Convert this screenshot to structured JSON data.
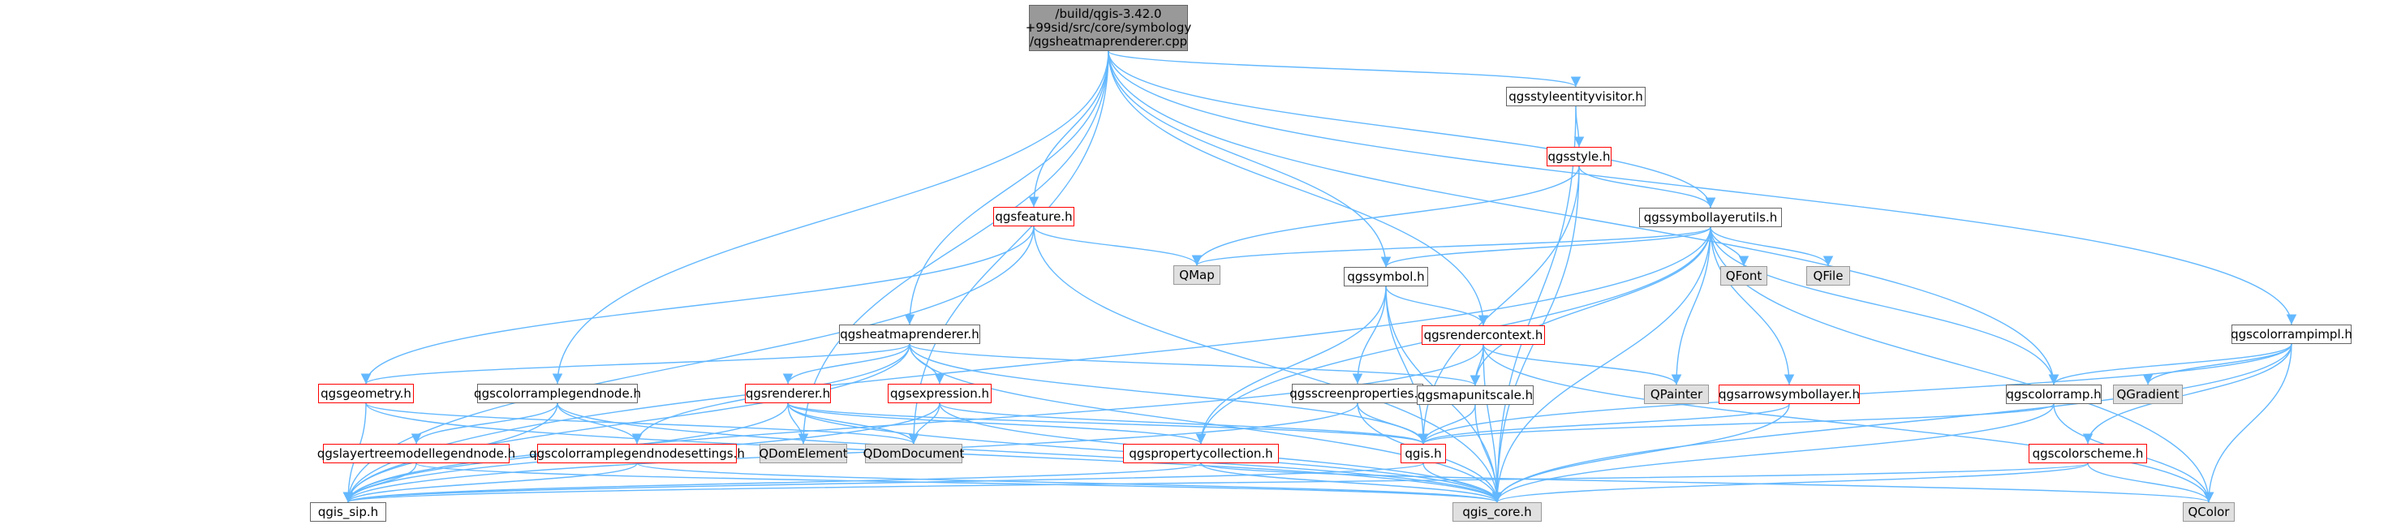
{
  "colors": {
    "edge": "#63b8ff",
    "red_border": "#ff0000",
    "root_fill": "#999999",
    "external_fill": "#e0e0e0"
  },
  "nodes": [
    {
      "id": "root",
      "label": "/build/qgis-3.42.0\n+99sid/src/core/symbology\n/qgsheatmaprenderer.cpp",
      "style": "root"
    },
    {
      "id": "styleentityvisitor",
      "label": "qgsstyleentityvisitor.h",
      "style": "normal"
    },
    {
      "id": "style",
      "label": "qgsstyle.h",
      "style": "red"
    },
    {
      "id": "feature",
      "label": "qgsfeature.h",
      "style": "red"
    },
    {
      "id": "symbollayerutils",
      "label": "qgssymbollayerutils.h",
      "style": "normal"
    },
    {
      "id": "qmap",
      "label": "QMap",
      "style": "gray"
    },
    {
      "id": "symbol",
      "label": "qgssymbol.h",
      "style": "normal"
    },
    {
      "id": "qfont",
      "label": "QFont",
      "style": "gray"
    },
    {
      "id": "qfile",
      "label": "QFile",
      "style": "gray"
    },
    {
      "id": "heatmaprenderer",
      "label": "qgsheatmaprenderer.h",
      "style": "normal"
    },
    {
      "id": "rendercontext",
      "label": "qgsrendercontext.h",
      "style": "red"
    },
    {
      "id": "colorrampimpl",
      "label": "qgscolorrampimpl.h",
      "style": "normal"
    },
    {
      "id": "geometry",
      "label": "qgsgeometry.h",
      "style": "red"
    },
    {
      "id": "colorramplegendnode",
      "label": "qgscolorramplegendnode.h",
      "style": "normal"
    },
    {
      "id": "renderer",
      "label": "qgsrenderer.h",
      "style": "red"
    },
    {
      "id": "expression",
      "label": "qgsexpression.h",
      "style": "red"
    },
    {
      "id": "screenproperties",
      "label": "qgsscreenproperties.h",
      "style": "normal"
    },
    {
      "id": "mapunitscale",
      "label": "qgsmapunitscale.h",
      "style": "normal"
    },
    {
      "id": "qpainter",
      "label": "QPainter",
      "style": "gray"
    },
    {
      "id": "arrowsymbollayer",
      "label": "qgsarrowsymbollayer.h",
      "style": "red"
    },
    {
      "id": "colorramp",
      "label": "qgscolorramp.h",
      "style": "normal"
    },
    {
      "id": "qgradient",
      "label": "QGradient",
      "style": "gray"
    },
    {
      "id": "layertreemodellegendnode",
      "label": "qgslayertreemodellegendnode.h",
      "style": "red"
    },
    {
      "id": "qdomelement",
      "label": "QDomElement",
      "style": "gray"
    },
    {
      "id": "qdomdocument",
      "label": "QDomDocument",
      "style": "gray"
    },
    {
      "id": "colorramplegendnodesettings",
      "label": "qgscolorramplegendnodesettings.h",
      "style": "red"
    },
    {
      "id": "propertycollection",
      "label": "qgspropertycollection.h",
      "style": "red"
    },
    {
      "id": "qgis",
      "label": "qgis.h",
      "style": "red"
    },
    {
      "id": "colorscheme",
      "label": "qgscolorscheme.h",
      "style": "red"
    },
    {
      "id": "qgis_sip",
      "label": "qgis_sip.h",
      "style": "normal"
    },
    {
      "id": "qgis_core",
      "label": "qgis_core.h",
      "style": "gray"
    },
    {
      "id": "qcolor",
      "label": "QColor",
      "style": "gray"
    }
  ],
  "edges": [
    [
      "root",
      "styleentityvisitor"
    ],
    [
      "root",
      "symbollayerutils"
    ],
    [
      "root",
      "colorrampimpl"
    ],
    [
      "root",
      "colorramp"
    ],
    [
      "root",
      "feature"
    ],
    [
      "root",
      "heatmaprenderer"
    ],
    [
      "root",
      "symbol"
    ],
    [
      "root",
      "rendercontext"
    ],
    [
      "root",
      "colorramplegendnode"
    ],
    [
      "root",
      "qdomdocument"
    ],
    [
      "root",
      "qdomelement"
    ],
    [
      "styleentityvisitor",
      "style"
    ],
    [
      "styleentityvisitor",
      "qgis_core"
    ],
    [
      "style",
      "symbollayerutils"
    ],
    [
      "style",
      "qmap"
    ],
    [
      "style",
      "qgis"
    ],
    [
      "style",
      "qgis_core"
    ],
    [
      "feature",
      "qmap"
    ],
    [
      "feature",
      "geometry"
    ],
    [
      "feature",
      "qgis_sip"
    ],
    [
      "feature",
      "qgis_core"
    ],
    [
      "symbollayerutils",
      "qmap"
    ],
    [
      "symbollayerutils",
      "symbol"
    ],
    [
      "symbollayerutils",
      "qfont"
    ],
    [
      "symbollayerutils",
      "qfile"
    ],
    [
      "symbollayerutils",
      "qpainter"
    ],
    [
      "symbollayerutils",
      "arrowsymbollayer"
    ],
    [
      "symbollayerutils",
      "colorramp"
    ],
    [
      "symbollayerutils",
      "qcolor"
    ],
    [
      "symbollayerutils",
      "qgis_core"
    ],
    [
      "symbollayerutils",
      "mapunitscale"
    ],
    [
      "symbollayerutils",
      "propertycollection"
    ],
    [
      "symbollayerutils",
      "qgis_sip"
    ],
    [
      "symbol",
      "rendercontext"
    ],
    [
      "symbol",
      "screenproperties"
    ],
    [
      "symbol",
      "propertycollection"
    ],
    [
      "symbol",
      "qgis"
    ],
    [
      "symbol",
      "qgis_core"
    ],
    [
      "rendercontext",
      "mapunitscale"
    ],
    [
      "rendercontext",
      "qpainter"
    ],
    [
      "rendercontext",
      "qgis_core"
    ],
    [
      "rendercontext",
      "qcolor"
    ],
    [
      "rendercontext",
      "qgis_sip"
    ],
    [
      "heatmaprenderer",
      "renderer"
    ],
    [
      "heatmaprenderer",
      "expression"
    ],
    [
      "heatmaprenderer",
      "geometry"
    ],
    [
      "heatmaprenderer",
      "mapunitscale"
    ],
    [
      "heatmaprenderer",
      "qgis"
    ],
    [
      "heatmaprenderer",
      "qgis_core"
    ],
    [
      "heatmaprenderer",
      "colorramplegendnodesettings"
    ],
    [
      "heatmaprenderer",
      "qgis_sip"
    ],
    [
      "colorrampimpl",
      "colorramp"
    ],
    [
      "colorrampimpl",
      "qgradient"
    ],
    [
      "colorrampimpl",
      "colorscheme"
    ],
    [
      "colorrampimpl",
      "qcolor"
    ],
    [
      "colorrampimpl",
      "qgis_core"
    ],
    [
      "colorrampimpl",
      "qgis"
    ],
    [
      "geometry",
      "qdomdocument"
    ],
    [
      "geometry",
      "qgis_sip"
    ],
    [
      "geometry",
      "qgis_core"
    ],
    [
      "colorramplegendnode",
      "layertreemodellegendnode"
    ],
    [
      "colorramplegendnode",
      "colorramplegendnodesettings"
    ],
    [
      "colorramplegendnode",
      "qgis_core"
    ],
    [
      "colorramplegendnode",
      "qgis_sip"
    ],
    [
      "renderer",
      "qdomelement"
    ],
    [
      "renderer",
      "qdomdocument"
    ],
    [
      "renderer",
      "propertycollection"
    ],
    [
      "renderer",
      "qgis"
    ],
    [
      "renderer",
      "qgis_core"
    ],
    [
      "renderer",
      "qgis_sip"
    ],
    [
      "expression",
      "qdomdocument"
    ],
    [
      "expression",
      "qgis"
    ],
    [
      "expression",
      "qgis_core"
    ],
    [
      "expression",
      "qgis_sip"
    ],
    [
      "screenproperties",
      "qgis"
    ],
    [
      "screenproperties",
      "qgis_core"
    ],
    [
      "screenproperties",
      "qgis_sip"
    ],
    [
      "mapunitscale",
      "qgis"
    ],
    [
      "mapunitscale",
      "qgis_core"
    ],
    [
      "arrowsymbollayer",
      "qgis"
    ],
    [
      "arrowsymbollayer",
      "qgis_core"
    ],
    [
      "colorramp",
      "qcolor"
    ],
    [
      "colorramp",
      "qgis"
    ],
    [
      "colorramp",
      "qgis_core"
    ],
    [
      "layertreemodellegendnode",
      "qgis_sip"
    ],
    [
      "layertreemodellegendnode",
      "qgis_core"
    ],
    [
      "colorramplegendnodesettings",
      "qgis_core"
    ],
    [
      "colorramplegendnodesettings",
      "qgis_sip"
    ],
    [
      "propertycollection",
      "qgis_core"
    ],
    [
      "propertycollection",
      "qgis_sip"
    ],
    [
      "propertycollection",
      "qcolor"
    ],
    [
      "qgis",
      "qgis_core"
    ],
    [
      "qgis",
      "qgis_sip"
    ],
    [
      "colorscheme",
      "qgis_core"
    ],
    [
      "colorscheme",
      "qcolor"
    ],
    [
      "colorscheme",
      "qgis_sip"
    ]
  ]
}
